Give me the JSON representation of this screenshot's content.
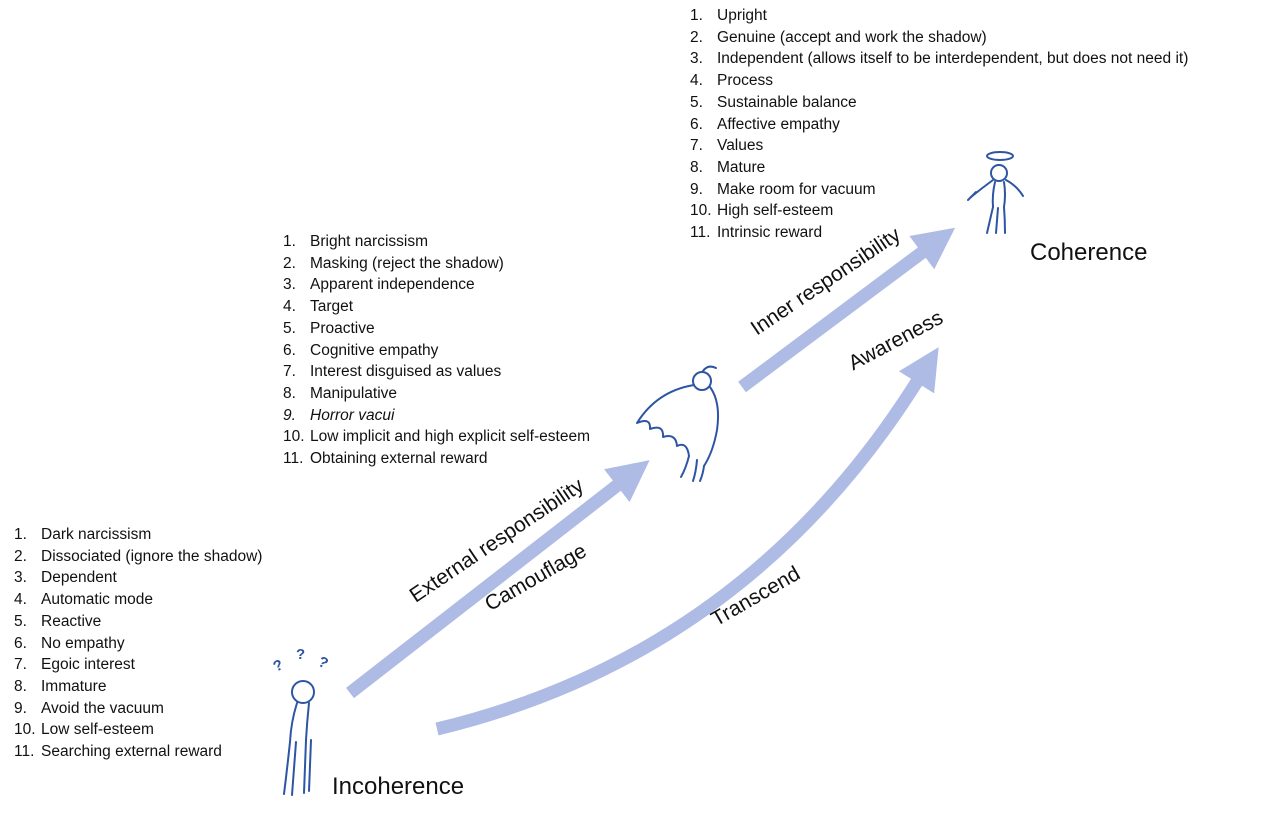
{
  "colors": {
    "arrow": "#aebce5",
    "ink": "#2e55a3",
    "text": "#111111"
  },
  "nodes": {
    "incoherence": {
      "label": "Incoherence"
    },
    "coherence": {
      "label": "Coherence"
    }
  },
  "arrows": {
    "external": {
      "label": "External responsibility"
    },
    "camouflage": {
      "label": "Camouflage"
    },
    "inner": {
      "label": "Inner responsibility"
    },
    "awareness": {
      "label": "Awareness"
    },
    "transcend": {
      "label": "Transcend"
    }
  },
  "lists": {
    "incoherence": [
      "Dark narcissism",
      "Dissociated (ignore the shadow)",
      "Dependent",
      "Automatic mode",
      "Reactive",
      "No empathy",
      "Egoic interest",
      "Immature",
      "Avoid the vacuum",
      "Low self-esteem",
      "Searching external reward"
    ],
    "camouflage": [
      "Bright narcissism",
      "Masking (reject the shadow)",
      "Apparent independence",
      "Target",
      "Proactive",
      "Cognitive empathy",
      "Interest disguised as values",
      "Manipulative",
      {
        "text": "Horror vacui",
        "italic": true
      },
      "Low implicit and high explicit self-esteem",
      "Obtaining external reward"
    ],
    "coherence": [
      "Upright",
      "Genuine (accept and work the shadow)",
      "Independent (allows itself to be interdependent, but does not need it)",
      "Process",
      "Sustainable balance",
      "Affective empathy",
      "Values",
      "Mature",
      "Make room for vacuum",
      "High self-esteem",
      "Intrinsic reward"
    ]
  }
}
